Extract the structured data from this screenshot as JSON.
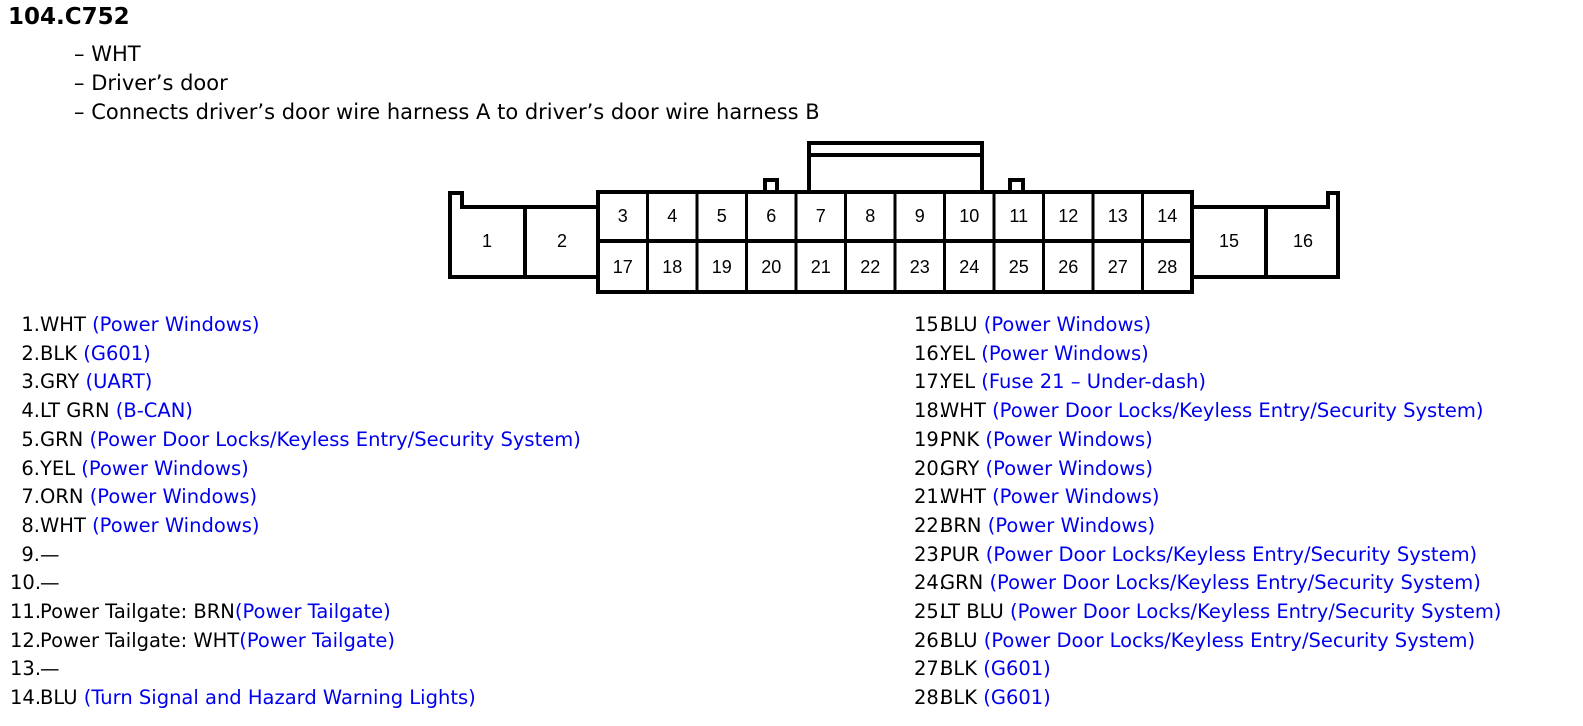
{
  "connector": {
    "title": "104.C752",
    "details": [
      "WHT",
      "Driver’s door",
      "Connects driver’s door wire harness A to driver’s door wire harness B"
    ]
  },
  "diagram": {
    "top_row": [
      "3",
      "4",
      "5",
      "6",
      "7",
      "8",
      "9",
      "10",
      "11",
      "12",
      "13",
      "14"
    ],
    "bottom_row": [
      "17",
      "18",
      "19",
      "20",
      "21",
      "22",
      "23",
      "24",
      "25",
      "26",
      "27",
      "28"
    ],
    "large_left": [
      "1",
      "2"
    ],
    "large_right": [
      "15",
      "16"
    ]
  },
  "pins_left": [
    {
      "num": "1.",
      "wire": "WHT ",
      "link": "(Power Windows)"
    },
    {
      "num": "2.",
      "wire": "BLK ",
      "link": "(G601)"
    },
    {
      "num": "3.",
      "wire": "GRY ",
      "link": "(UART)"
    },
    {
      "num": "4.",
      "wire": "LT GRN ",
      "link": "(B-CAN)"
    },
    {
      "num": "5.",
      "wire": "GRN ",
      "link": "(Power Door Locks/Keyless Entry/Security System)"
    },
    {
      "num": "6.",
      "wire": "YEL ",
      "link": "(Power Windows)"
    },
    {
      "num": "7.",
      "wire": "ORN ",
      "link": "(Power Windows)"
    },
    {
      "num": "8.",
      "wire": "WHT ",
      "link": "(Power Windows)"
    },
    {
      "num": "9.",
      "wire": "—",
      "link": ""
    },
    {
      "num": "10.",
      "wire": "—",
      "link": ""
    },
    {
      "num": "11.",
      "wire": "Power Tailgate: BRN",
      "link": "(Power Tailgate)"
    },
    {
      "num": "12.",
      "wire": "Power Tailgate: WHT",
      "link": "(Power Tailgate)"
    },
    {
      "num": "13.",
      "wire": "—",
      "link": ""
    },
    {
      "num": "14.",
      "wire": "BLU ",
      "link": "(Turn Signal and Hazard Warning Lights)"
    }
  ],
  "pins_right": [
    {
      "num": "15.",
      "wire": "BLU ",
      "link": "(Power Windows)"
    },
    {
      "num": "16.",
      "wire": "YEL ",
      "link": "(Power Windows)"
    },
    {
      "num": "17.",
      "wire": "YEL ",
      "link": "(Fuse 21 – Under-dash)"
    },
    {
      "num": "18.",
      "wire": "WHT ",
      "link": "(Power Door Locks/Keyless Entry/Security System)"
    },
    {
      "num": "19.",
      "wire": "PNK ",
      "link": "(Power Windows)"
    },
    {
      "num": "20.",
      "wire": "GRY ",
      "link": "(Power Windows)"
    },
    {
      "num": "21.",
      "wire": "WHT ",
      "link": "(Power Windows)"
    },
    {
      "num": "22.",
      "wire": "BRN ",
      "link": "(Power Windows)"
    },
    {
      "num": "23.",
      "wire": "PUR ",
      "link": "(Power Door Locks/Keyless Entry/Security System)"
    },
    {
      "num": "24.",
      "wire": "GRN ",
      "link": "(Power Door Locks/Keyless Entry/Security System)"
    },
    {
      "num": "25.",
      "wire": "LT BLU ",
      "link": "(Power Door Locks/Keyless Entry/Security System)"
    },
    {
      "num": "26.",
      "wire": "BLU ",
      "link": "(Power Door Locks/Keyless Entry/Security System)"
    },
    {
      "num": "27.",
      "wire": "BLK ",
      "link": "(G601)"
    },
    {
      "num": "28.",
      "wire": "BLK ",
      "link": "(G601)"
    }
  ],
  "colors": {
    "link": "#0000ee",
    "text": "#000000"
  }
}
